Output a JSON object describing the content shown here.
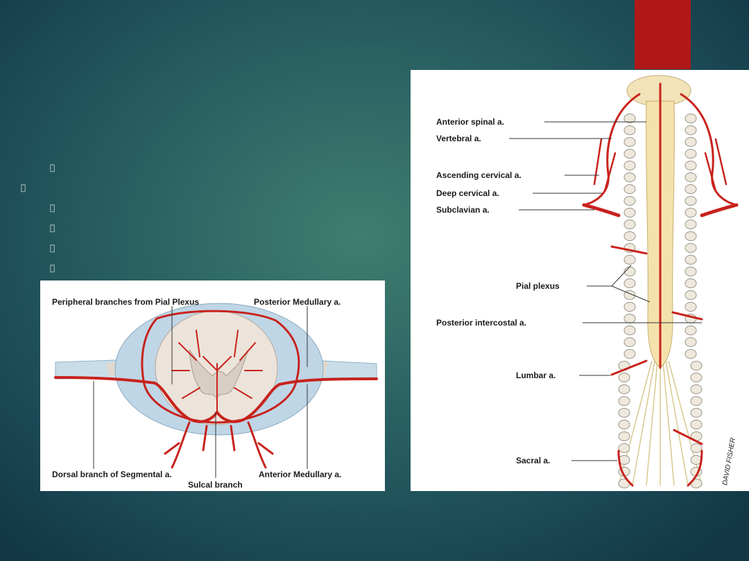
{
  "slide": {
    "accent_color": "#b01818",
    "bullets": [
      "",
      "",
      "",
      "",
      "",
      ""
    ]
  },
  "cross_section": {
    "labels": {
      "peripheral": "Peripheral branches from Pial Plexus",
      "posterior_medullary": "Posterior Medullary a.",
      "dorsal_branch": "Dorsal branch of Segmental a.",
      "anterior_medullary": "Anterior Medullary a.",
      "sulcal": "Sulcal branch"
    }
  },
  "spinal_cord": {
    "labels": {
      "anterior_spinal": "Anterior spinal a.",
      "vertebral": "Vertebral a.",
      "ascending_cervical": "Ascending cervical a.",
      "deep_cervical": "Deep cervical a.",
      "subclavian": "Subclavian a.",
      "pial_plexus": "Pial plexus",
      "posterior_intercostal": "Posterior intercostal a.",
      "lumbar": "Lumbar a.",
      "sacral": "Sacral a."
    },
    "signature": "DAVID FISHER"
  }
}
